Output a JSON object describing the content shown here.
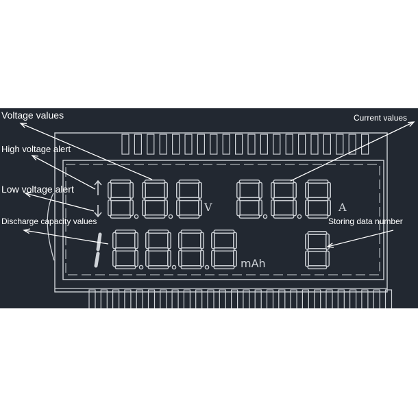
{
  "labels": {
    "voltage_values": "Voltage values",
    "current_values": "Current values",
    "high_voltage_alert": "High voltage alert",
    "low_voltage_alert": "Low  voltage alert",
    "discharge_capacity_values": "Discharge capacity values",
    "storing_data_number": "Storing data number"
  },
  "lcd": {
    "voltage_unit": "V",
    "current_unit": "A",
    "capacity_unit": "mAh",
    "voltage_digits": "8.8.8",
    "current_digits": "8.8.8",
    "capacity_leading": "1",
    "capacity_digits": "8.8.8.8",
    "storage_digit": "8",
    "up_arrow_icon": "up-arrow-icon",
    "down_arrow_icon": "down-arrow-icon"
  },
  "colors": {
    "background": "#222831",
    "line": "#cfd3d8",
    "text": "#ffffff"
  }
}
